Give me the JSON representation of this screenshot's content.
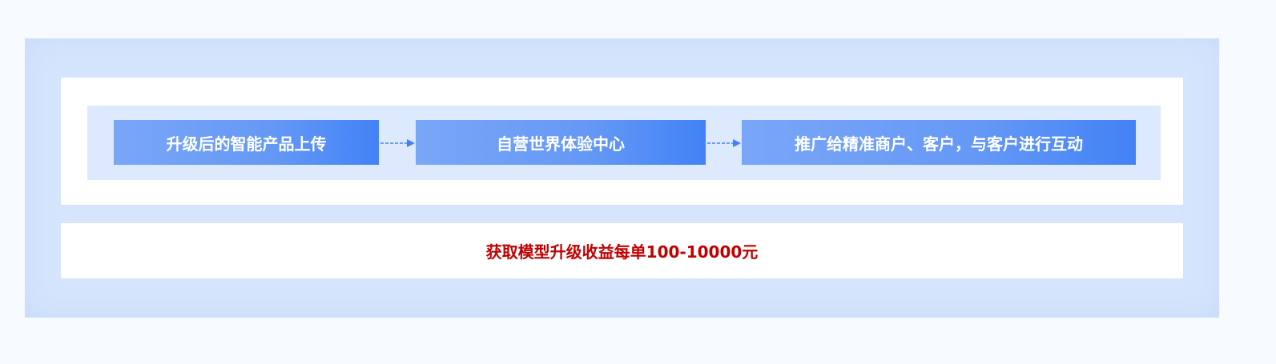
{
  "flow": {
    "steps": [
      "升级后的智能产品上传",
      "自营世界体验中心",
      "推广给精准商户、客户，与客户进行互动"
    ],
    "result": "获取模型升级收益每单100-10000元"
  },
  "colors": {
    "accent": "#4282f6",
    "result": "#c00000",
    "panel": "#d6e5fd"
  }
}
